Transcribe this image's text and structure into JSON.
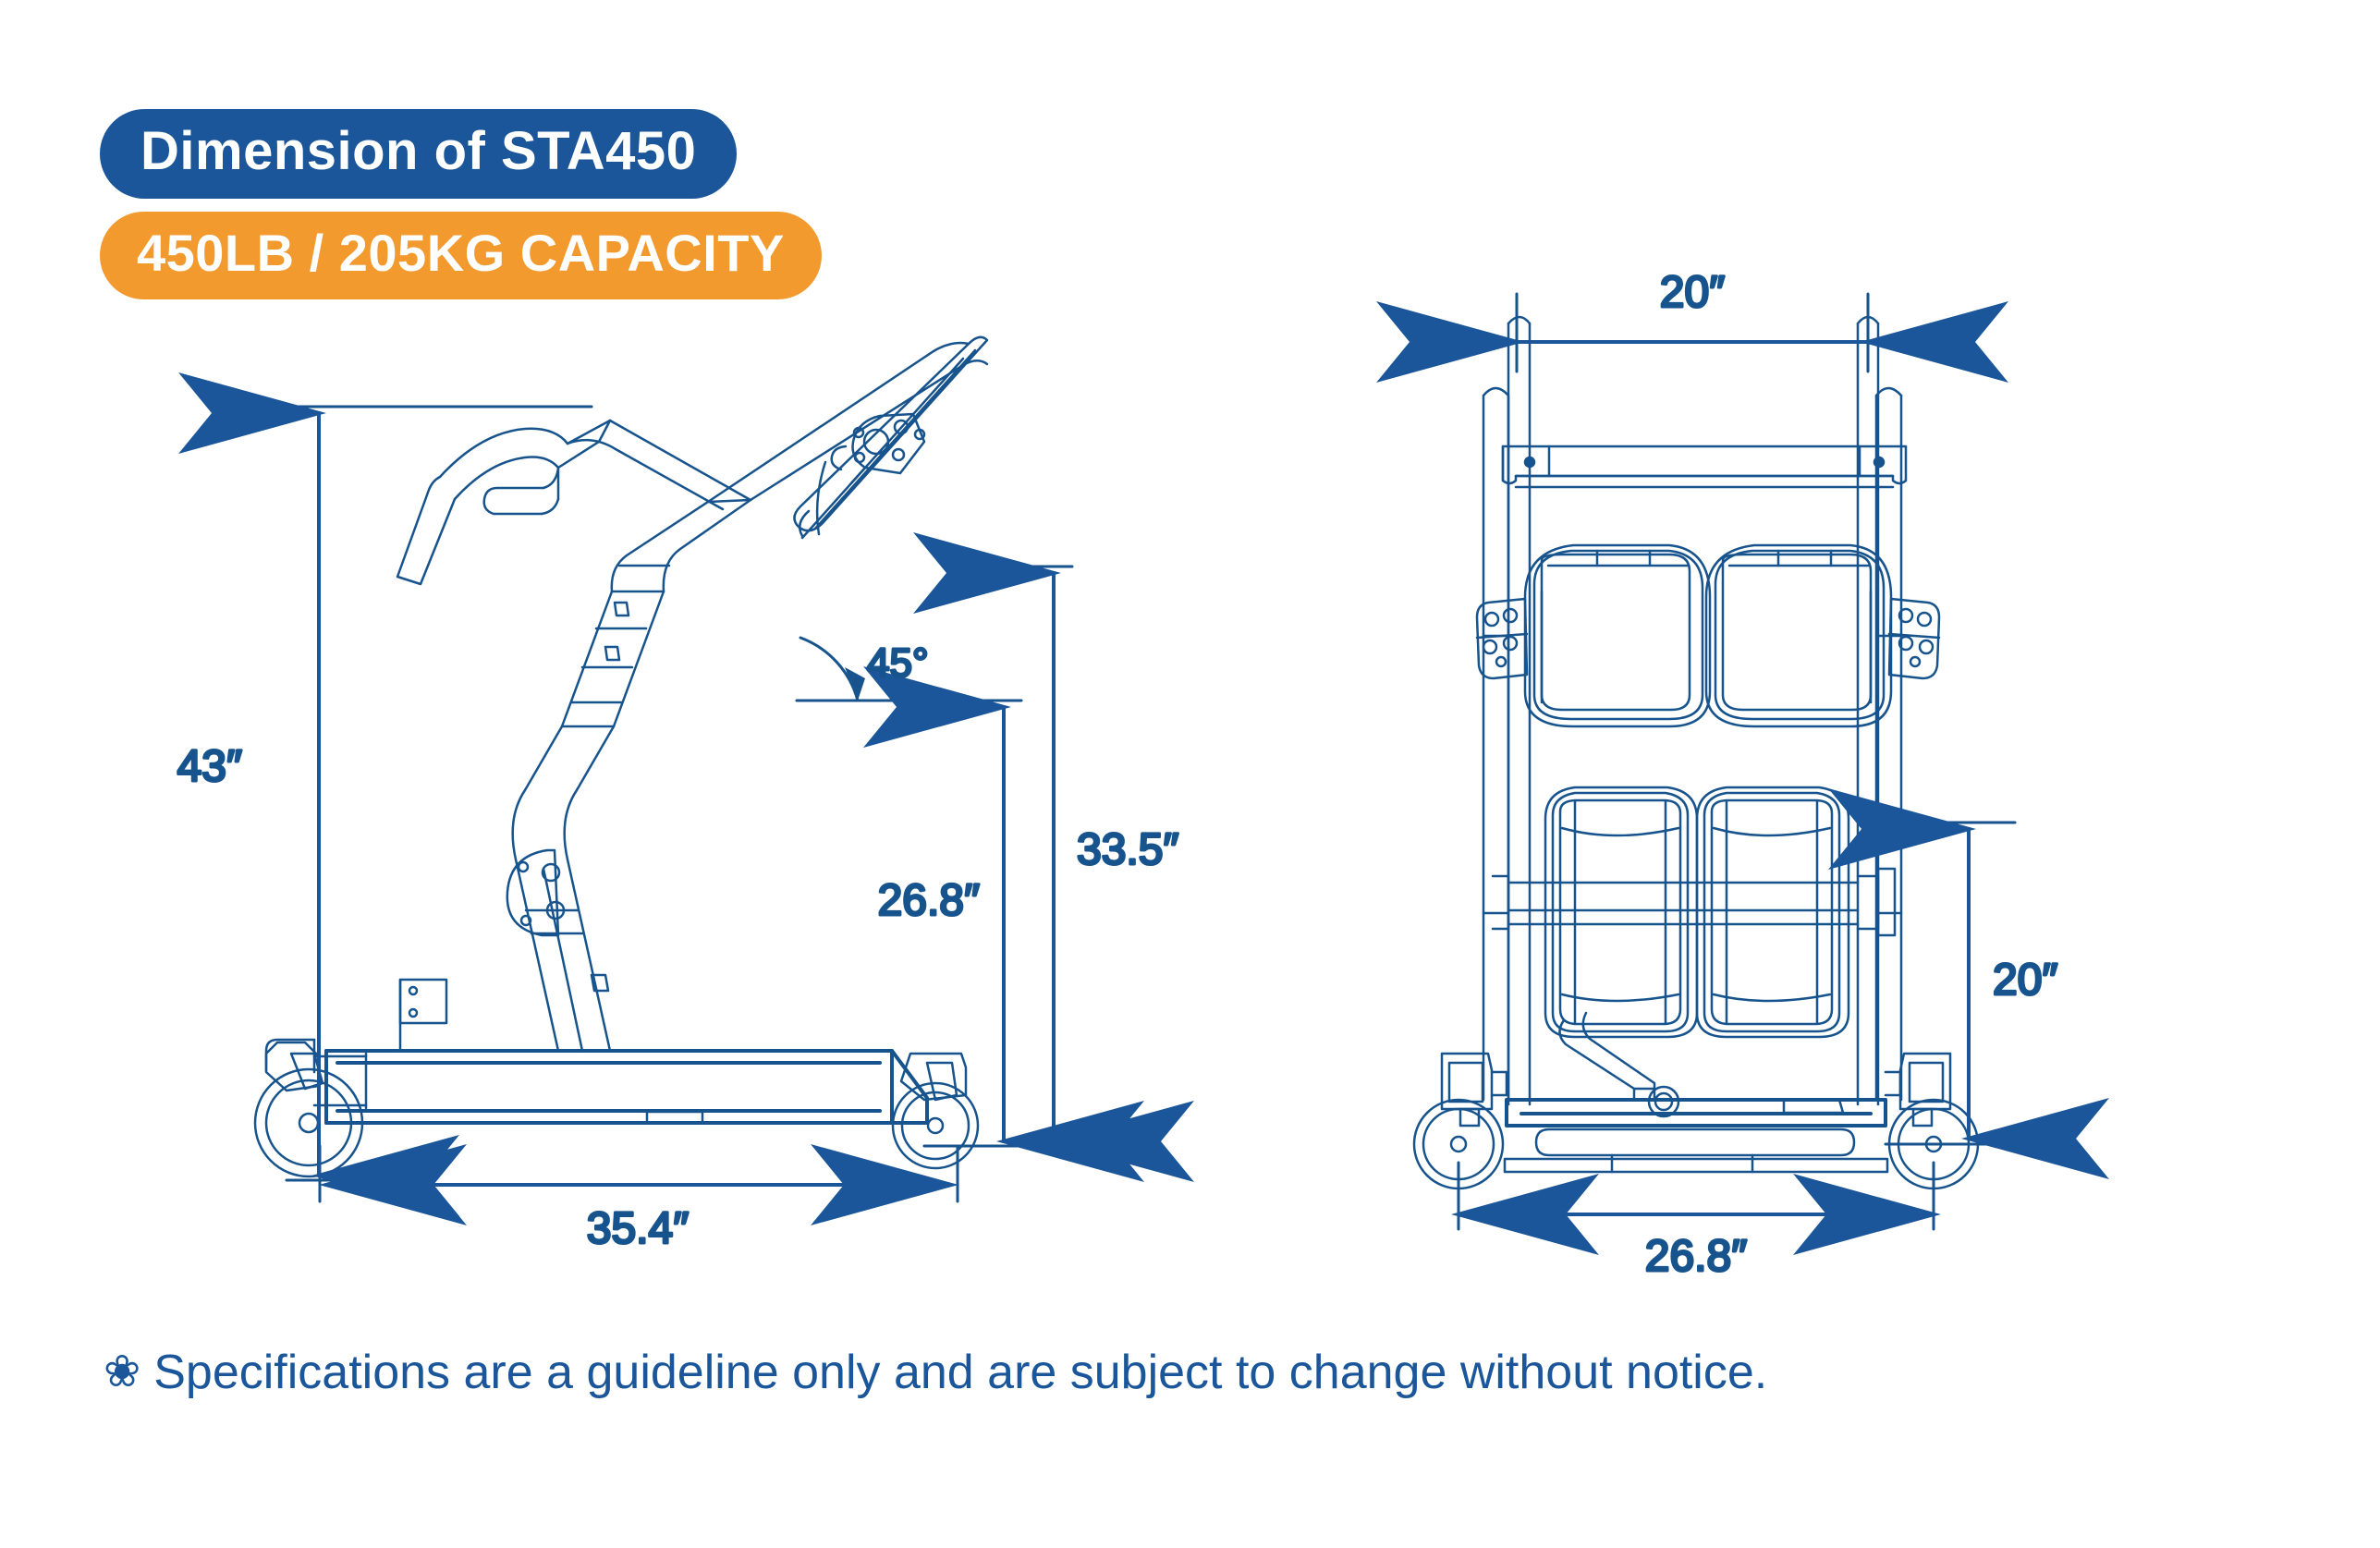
{
  "header": {
    "title_badge": "Dimension of STA450",
    "capacity_badge": "450LB / 205KG CAPACITY",
    "title_badge_color": "#1A5699",
    "capacity_badge_color": "#F29A2E"
  },
  "colors": {
    "line": "#17538c",
    "line_light": "#2d6bb0",
    "arrow_fill": "#1A5699",
    "text": "#17538c"
  },
  "views": {
    "side": {
      "name": "side-view",
      "dimensions": {
        "overall_height": "43″",
        "seat_height": "26.8″",
        "back_height": "33.5″",
        "overall_length": "35.4″",
        "backrest_angle": "45°"
      }
    },
    "front": {
      "name": "front-view",
      "dimensions": {
        "inner_width": "20″",
        "knee_pad_height": "20″",
        "overall_width": "26.8″"
      }
    }
  },
  "footer": {
    "bullet_icon": "❀",
    "note": "Specifications are a guideline only and are subject to change without notice."
  }
}
